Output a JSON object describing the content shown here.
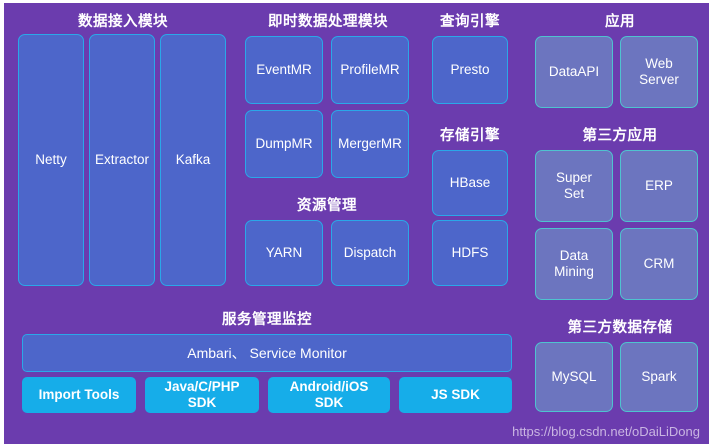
{
  "diagram": {
    "title_ingest": "数据接入模块",
    "title_realtime": "即时数据处理模块",
    "title_resource": "资源管理",
    "title_query": "查询引擎",
    "title_storage": "存储引擎",
    "title_app": "应用",
    "title_thirdparty_app": "第三方应用",
    "title_thirdparty_store": "第三方数据存储",
    "title_service_monitor": "服务管理监控",
    "watermark": "https://blog.csdn.net/oDaiLiDong"
  },
  "colors": {
    "background": "#6b3cae",
    "node_blue": "#4d66ca",
    "node_blue_border": "#2aa8e8",
    "node_lilac": "#6c75bf",
    "node_lilac_border": "#4fc3cf",
    "node_cyan": "#16ade9",
    "text": "#ffffff",
    "watermark": "#c9b5e2"
  },
  "ingest": {
    "nodes": [
      {
        "label": "Netty"
      },
      {
        "label": "Extractor"
      },
      {
        "label": "Kafka"
      }
    ]
  },
  "realtime": {
    "nodes": [
      {
        "label": "EventMR"
      },
      {
        "label": "ProfileMR"
      },
      {
        "label": "DumpMR"
      },
      {
        "label": "MergerMR"
      }
    ]
  },
  "resource": {
    "nodes": [
      {
        "label": "YARN"
      },
      {
        "label": "Dispatch"
      }
    ]
  },
  "query": {
    "nodes": [
      {
        "label": "Presto"
      }
    ]
  },
  "storage": {
    "nodes": [
      {
        "label": "HBase"
      },
      {
        "label": "HDFS"
      }
    ]
  },
  "application": {
    "nodes": [
      {
        "label": "DataAPI"
      },
      {
        "label": "Web\nServer"
      }
    ]
  },
  "thirdparty_app": {
    "nodes": [
      {
        "label": "Super\nSet"
      },
      {
        "label": "ERP"
      },
      {
        "label": "Data\nMining"
      },
      {
        "label": "CRM"
      }
    ]
  },
  "thirdparty_store": {
    "nodes": [
      {
        "label": "MySQL"
      },
      {
        "label": "Spark"
      }
    ]
  },
  "service_monitor": {
    "bar_label": "Ambari、 Service Monitor",
    "sdk_nodes": [
      {
        "label": "Import Tools"
      },
      {
        "label": "Java/C/PHP\nSDK"
      },
      {
        "label": "Android/iOS\nSDK"
      },
      {
        "label": "JS SDK"
      }
    ]
  }
}
